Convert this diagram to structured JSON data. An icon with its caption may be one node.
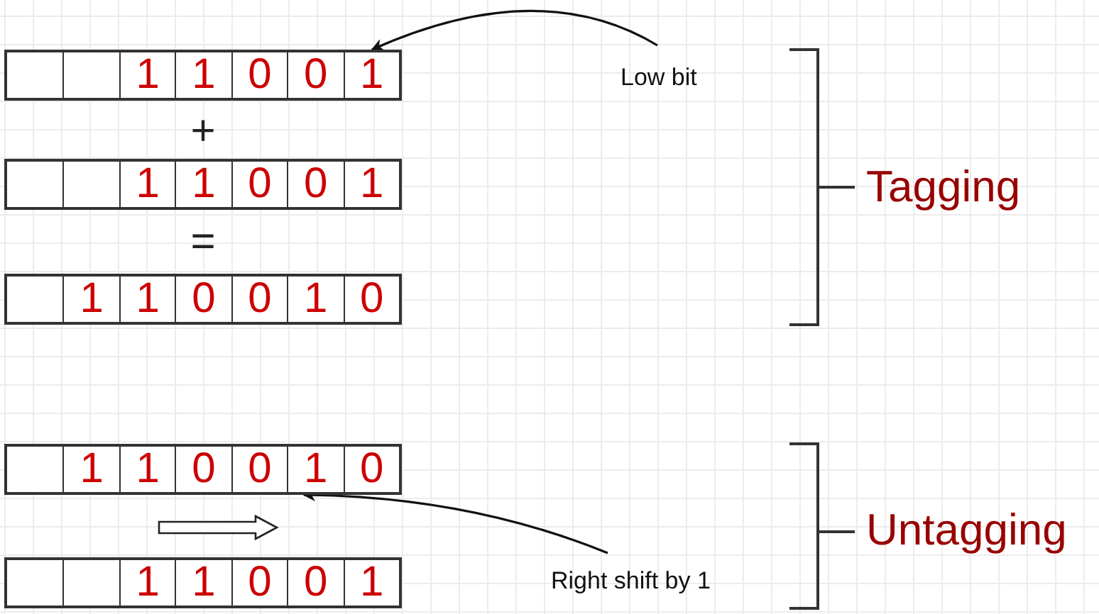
{
  "diagram": {
    "nodes": [
      {
        "text": [
          "1",
          "1",
          "0",
          "0",
          "1"
        ]
      },
      {
        "text": [
          "Low bit"
        ]
      },
      {
        "text": [
          "1",
          "1",
          "0",
          "0",
          "1"
        ]
      },
      {
        "text": [
          "1",
          "1",
          "0",
          "0",
          "1",
          "0"
        ]
      },
      {
        "text": [
          "1",
          "1",
          "0",
          "0",
          "1",
          "0"
        ]
      },
      {
        "text": [
          "1",
          "1",
          "0",
          "0",
          "1"
        ]
      },
      {
        "text": [
          "Right shift by 1"
        ]
      }
    ],
    "edges": [
      {
        "from": 1,
        "to": 0,
        "arrow": "to"
      },
      {
        "from": 6,
        "to": 4,
        "arrow": "to"
      },
      {
        "from": 4,
        "to": 5,
        "arrow": "to",
        "style": "thick"
      }
    ],
    "labels": [
      "+",
      "=",
      "Tagging",
      "Untagging"
    ]
  }
}
